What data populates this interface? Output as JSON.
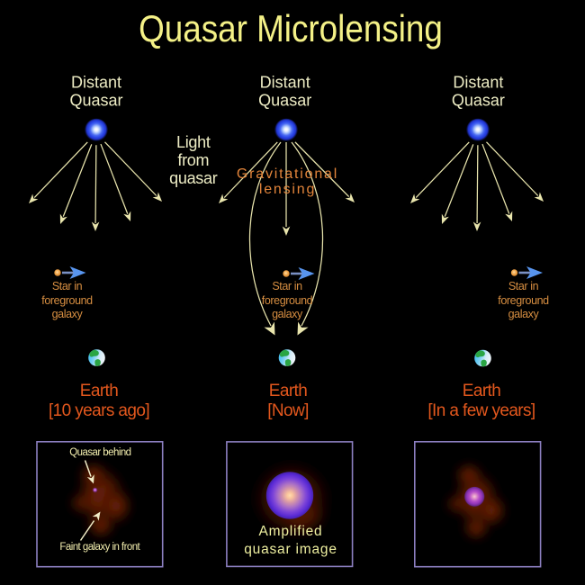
{
  "title": "Quasar Microlensing",
  "annotations": {
    "light_from_quasar": [
      "Light",
      "from",
      "quasar"
    ],
    "gravitational_lensing": [
      "Gravitational",
      "lensing"
    ]
  },
  "columns": [
    {
      "id": "ten-years-ago",
      "quasar_label": [
        "Distant",
        "Quasar"
      ],
      "star_label": [
        "Star in",
        "foreground",
        "galaxy"
      ],
      "earth_label": "Earth",
      "earth_time": "[10 years ago]"
    },
    {
      "id": "now",
      "quasar_label": [
        "Distant",
        "Quasar"
      ],
      "star_label": [
        "Star in",
        "foreground",
        "galaxy"
      ],
      "earth_label": "Earth",
      "earth_time": "[Now]"
    },
    {
      "id": "in-a-few-years",
      "quasar_label": [
        "Distant",
        "Quasar"
      ],
      "star_label": [
        "Star in",
        "foreground",
        "galaxy"
      ],
      "earth_label": "Earth",
      "earth_time": "[In a few years]"
    }
  ],
  "panels": [
    {
      "id": "past-view",
      "label_top": "Quasar behind",
      "label_bottom": "Faint galaxy in front"
    },
    {
      "id": "now-view",
      "caption": [
        "Amplified",
        "quasar image"
      ]
    },
    {
      "id": "future-view"
    }
  ],
  "colors": {
    "background": "#000000",
    "title_yellow": "#f4f187",
    "cream_text": "#edecc4",
    "ray_yellow": "#e9e5ad",
    "lensing_orange": "#e2843a",
    "star_label_orange": "#d78e41",
    "earth_label_orange": "#e2571d",
    "star_dot": "#f2a94f",
    "motion_arrow_blue": "#5895ef",
    "panel_border_purple": "#8c7fc0",
    "panel_label_yellow": "#f2edae",
    "galaxy_red": "#6f2007",
    "quasar_blue": "#2b4ae4",
    "amplified_purple": "#6a35d6"
  }
}
